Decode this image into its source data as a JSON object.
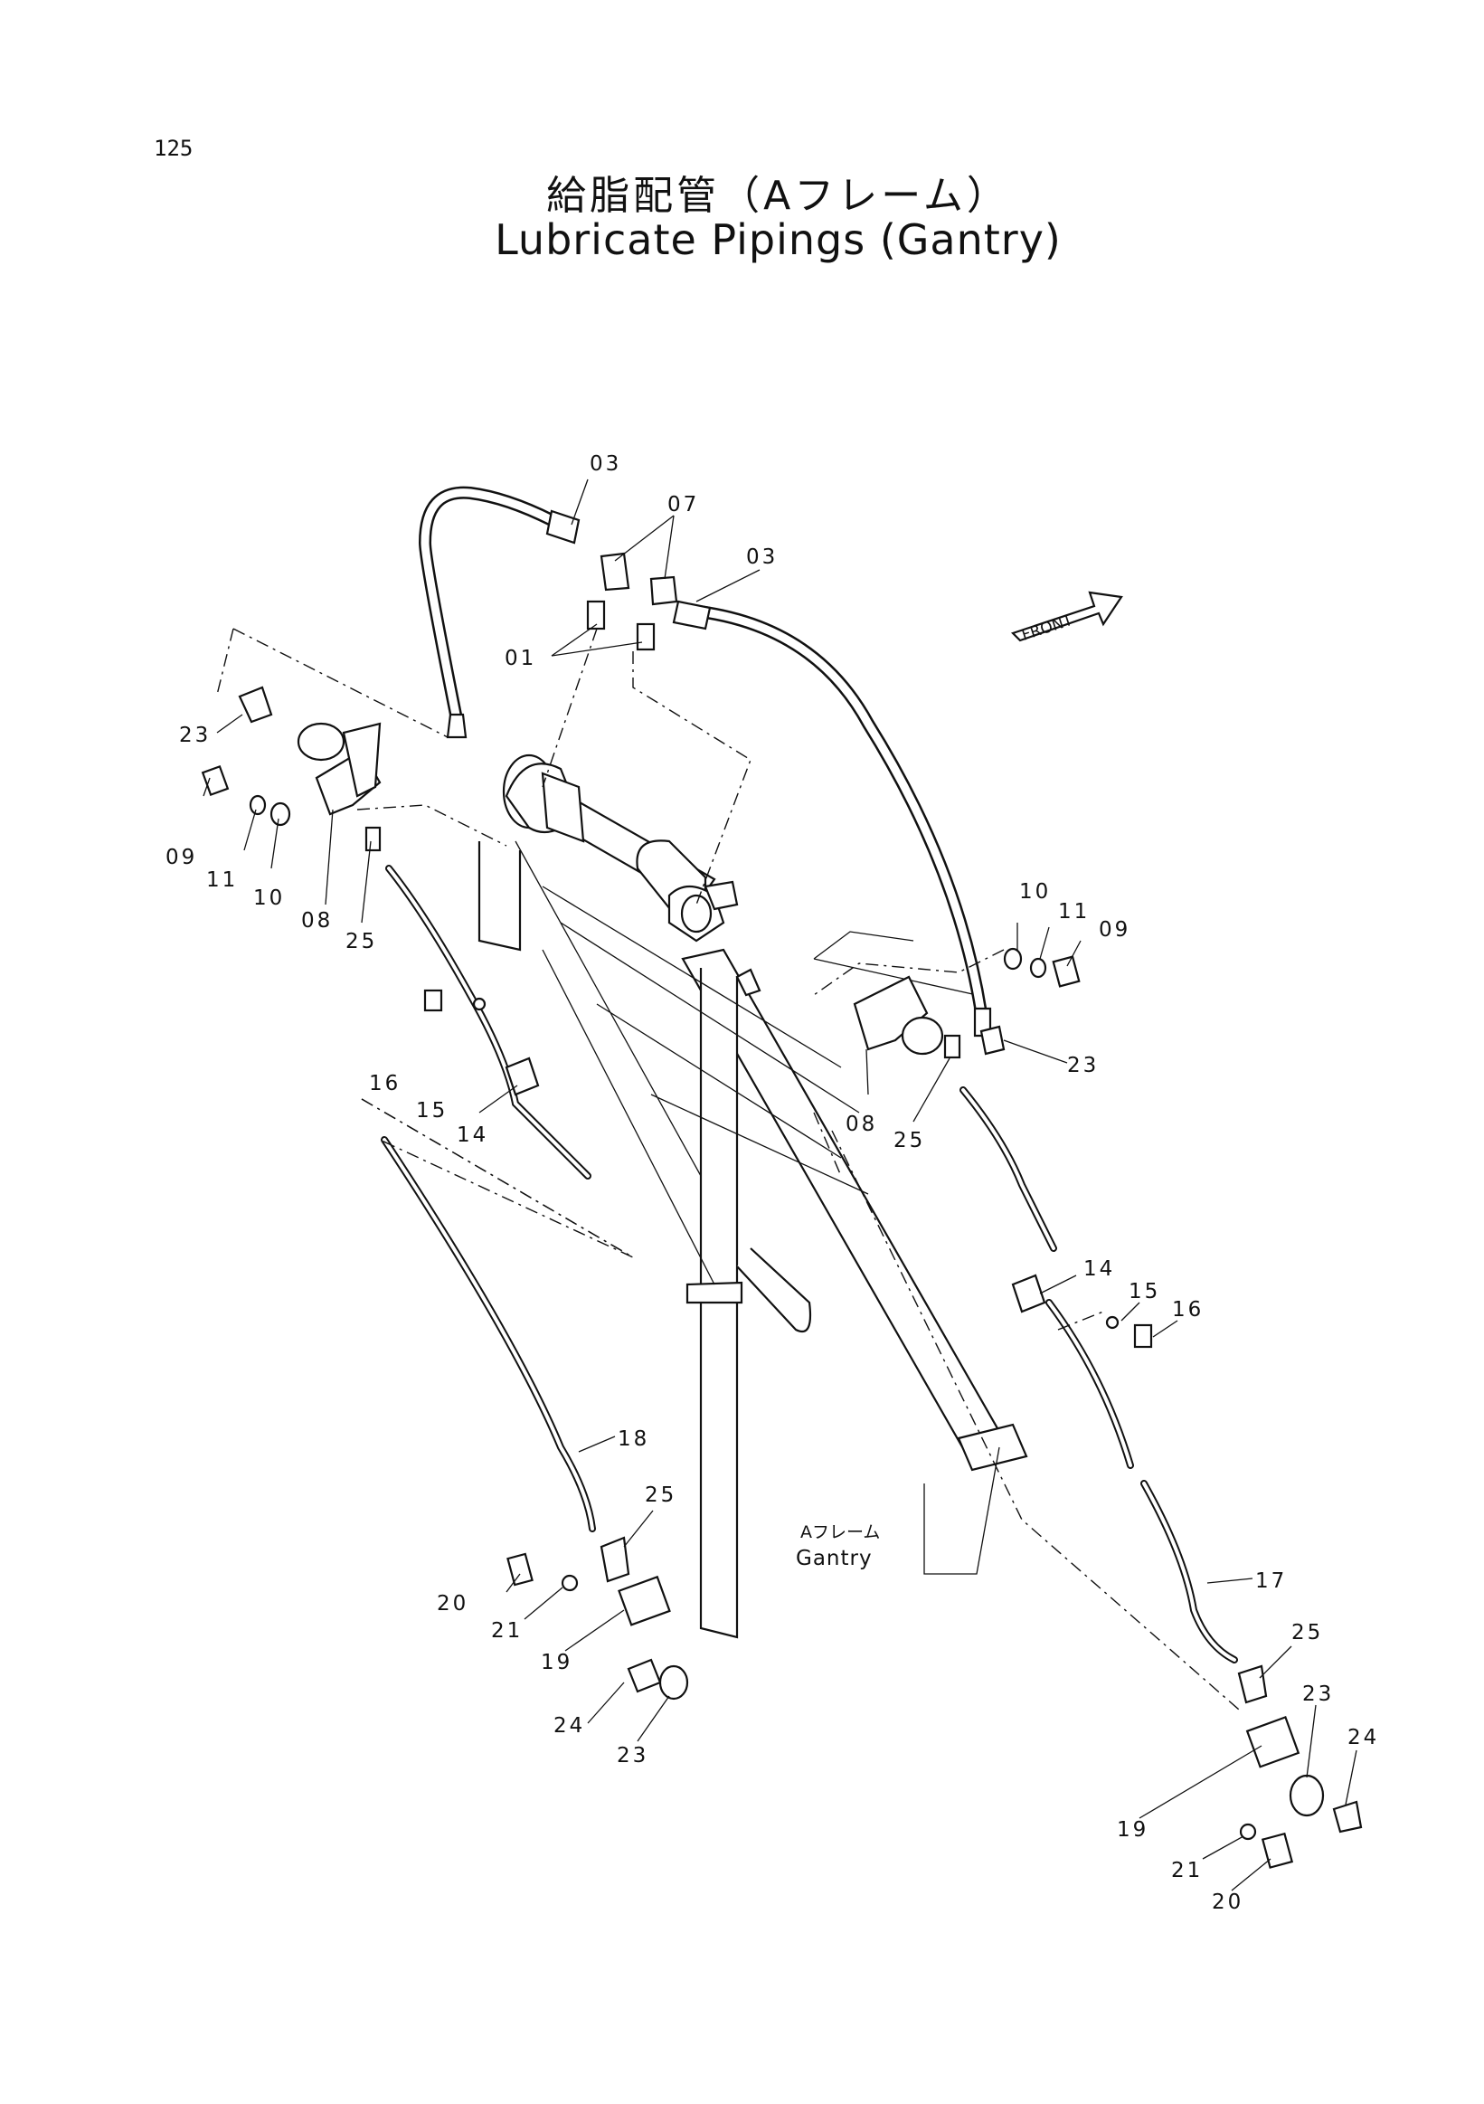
{
  "page_number": "125",
  "title_jp": "給脂配管（Aフレーム）",
  "title_en": "Lubricate Pipings (Gantry)",
  "front_marker": "FRONT",
  "gantry_label_jp": "Aフレーム",
  "gantry_label_en": "Gantry",
  "callouts": {
    "c03a": "03",
    "c07": "07",
    "c03b": "03",
    "c01": "01",
    "c23a": "23",
    "c09a": "09",
    "c11a": "11",
    "c10a": "10",
    "c08a": "08",
    "c25a": "25",
    "c16a": "16",
    "c15a": "15",
    "c14a": "14",
    "c10b": "10",
    "c11b": "11",
    "c09b": "09",
    "c23b": "23",
    "c08b": "08",
    "c25b": "25",
    "c14b": "14",
    "c15b": "15",
    "c16b": "16",
    "c18": "18",
    "c25c": "25",
    "c20a": "20",
    "c21a": "21",
    "c19a": "19",
    "c24a": "24",
    "c23c": "23",
    "c17": "17",
    "c25d": "25",
    "c23d": "23",
    "c24b": "24",
    "c19b": "19",
    "c21b": "21",
    "c20b": "20"
  }
}
